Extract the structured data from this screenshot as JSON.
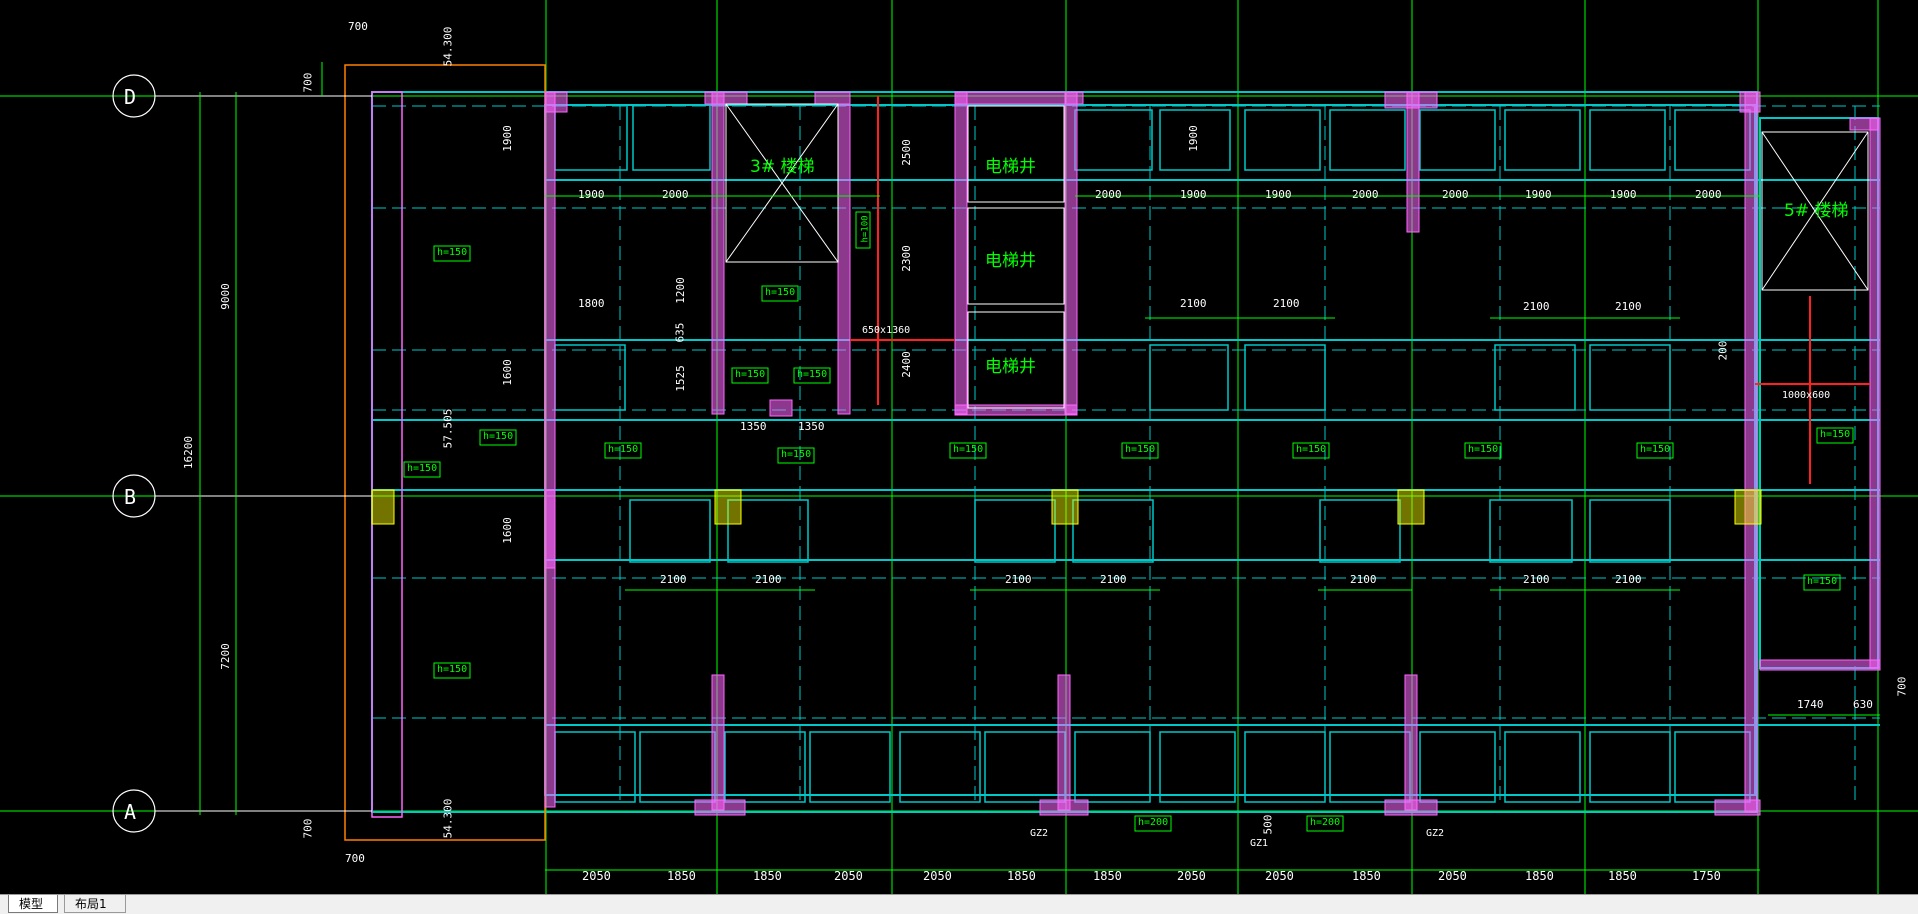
{
  "colors": {
    "background": "#000000",
    "axis_line": "#00ff00",
    "dimension": "#00ff00",
    "wall": "#00c8c8",
    "column": "#ff66ff",
    "beam_red": "#ff2020",
    "text": "#00ff00",
    "white": "#ffffff",
    "orange": "#ff8000",
    "yellow": "#ffff00",
    "tab_bg": "#f0f0f0"
  },
  "axes": {
    "D": "D",
    "B": "B",
    "A": "A"
  },
  "vertical_dims": {
    "top_left": "700",
    "top_right": "54.300",
    "left_total": "16200",
    "upper": "9000",
    "lower": "7200",
    "bottom_left": "700",
    "bottom_left_label": "54.300",
    "left_dim_b": "57.505",
    "d_dim_700": "700"
  },
  "bottom_dims": [
    "2050",
    "1850",
    "1850",
    "2050",
    "2050",
    "1850",
    "1850",
    "2050",
    "2050",
    "1850",
    "2050",
    "1850",
    "1850",
    "1750"
  ],
  "top_row_dims": [
    "1900",
    "2000",
    "2000",
    "1900",
    "1900",
    "2000",
    "2000",
    "1900",
    "1900",
    "2000"
  ],
  "mid_row_dims": [
    "2100",
    "2100",
    "2100",
    "2100"
  ],
  "lower_row_dims": [
    "2100",
    "2100",
    "2100",
    "2100",
    "2100",
    "2100",
    "2100"
  ],
  "labels": {
    "stair3": "3# 楼梯",
    "stair5": "5# 楼梯",
    "elevator": "电梯井",
    "slab_h150": "h=150",
    "slab_h200": "h=200",
    "slab_h100": "h=100",
    "opening1": "650x1360",
    "opening2": "1000x600",
    "gz1": "GZ1",
    "gz2": "GZ2",
    "d1800": "1800",
    "d1200": "1200",
    "d635": "635",
    "d1525": "1525",
    "d1600a": "1600",
    "d1600b": "1600",
    "d1900a": "1900",
    "d1900b": "1900",
    "d2500": "2500",
    "d2300": "2300",
    "d2400": "2400",
    "d1350a": "1350",
    "d1350b": "1350",
    "d200": "200",
    "d1740": "1740",
    "d630": "630",
    "d500": "500",
    "d700": "700"
  },
  "tabs": [
    {
      "label": "模型",
      "active": true
    },
    {
      "label": "布局1",
      "active": false
    }
  ]
}
